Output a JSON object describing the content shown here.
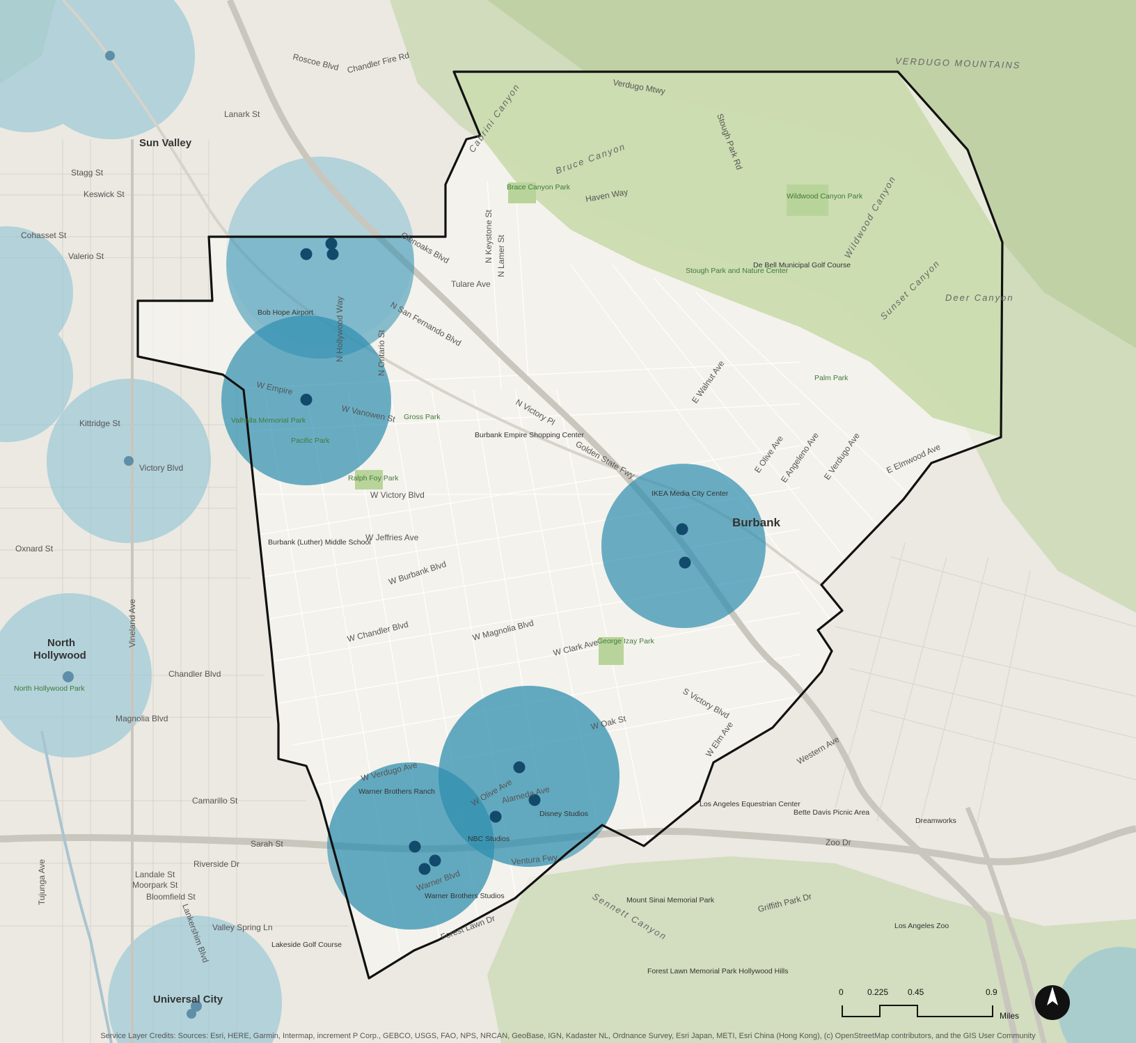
{
  "map": {
    "place_labels": [
      {
        "id": "sun-valley",
        "text": "Sun Valley"
      },
      {
        "id": "north-hollywood-1",
        "text": "North"
      },
      {
        "id": "north-hollywood-2",
        "text": "Hollywood"
      },
      {
        "id": "burbank",
        "text": "Burbank"
      },
      {
        "id": "verdugo-mountains",
        "text": "VERDUGO MOUNTAINS"
      },
      {
        "id": "universal-city",
        "text": "Universal City"
      }
    ],
    "park_labels": [
      "Brace Canyon Park",
      "Wildwood Canyon Park",
      "Stough Park and Nature Center",
      "Palm Park",
      "Gross Park",
      "Ralph Foy Park",
      "Pacific Park",
      "George Izay Park",
      "Valhalla Memorial Park",
      "North Hollywood Park"
    ],
    "poi_labels": [
      "Bob Hope Airport",
      "Burbank Empire Shopping Center",
      "IKEA Media City Center",
      "Burbank (Luther) Middle School",
      "Warner Brothers Ranch",
      "NBC Studios",
      "Disney Studios",
      "Warner Brothers Studios",
      "De Bell Municipal Golf Course",
      "Lakeside Golf Course",
      "Mount Sinai Memorial Park",
      "Forest Lawn Memorial Park Hollywood Hills",
      "Los Angeles Equestrian Center",
      "Bette Davis Picnic Area",
      "Los Angeles Zoo",
      "Dreamworks"
    ],
    "street_labels": [
      "W Victory Blvd",
      "W Empire",
      "W Vanowen St",
      "W Jeffries Ave",
      "W Burbank Blvd",
      "W Chandler Blvd",
      "W Magnolia Blvd",
      "W Clark Ave",
      "W Oak St",
      "W Verdugo Ave",
      "W Olive Ave",
      "Alameda Ave",
      "Warner Blvd",
      "Ventura Fwy",
      "S Victory Blvd",
      "N Victory Pl",
      "Golden State Fwy",
      "N San Fernando Blvd",
      "Tulare Ave",
      "N Keystone St",
      "N Lamer St",
      "N Hollywood Way",
      "N Ontario St",
      "Glenoaks Blvd",
      "Sarah St",
      "Riverside Dr",
      "Camarillo St",
      "Magnolia Blvd",
      "Chandler Blvd",
      "Oxnard St",
      "Victory Blvd",
      "Kittridge St",
      "Vineland Ave",
      "Tujunga Ave",
      "Lankershim Blvd",
      "Valley Spring Ln",
      "Moorpark St",
      "Bloomfield St",
      "Landale St",
      "Stagg St",
      "Keswick St",
      "Cohasset St",
      "Valerio St",
      "Lanark St",
      "Roscoe Blvd",
      "Chandler Fire Rd",
      "Verdugo Mtwy",
      "Bruce Canyon",
      "Cabrini Canyon",
      "Haven Way",
      "Stough Park Rd",
      "Wildwood Canyon",
      "Sunset Canyon",
      "Deer Canyon",
      "E Walnut Ave",
      "E Olive Ave",
      "E Angeleno Ave",
      "E Verdugo Ave",
      "E Elmwood Ave",
      "W Elm Ave",
      "Western Ave",
      "Griffith Park Dr",
      "Forest Lawn Dr",
      "Zoo Dr",
      "Sennett Canyon"
    ],
    "service_markers": [
      {
        "id": "marker-1",
        "area": "Bob Hope Airport"
      },
      {
        "id": "marker-2",
        "area": "Bob Hope Airport"
      },
      {
        "id": "marker-3",
        "area": "Bob Hope Airport"
      },
      {
        "id": "marker-4",
        "area": "W Empire"
      },
      {
        "id": "marker-5",
        "area": "IKEA Media City Center"
      },
      {
        "id": "marker-6",
        "area": "IKEA Media City Center"
      },
      {
        "id": "marker-7",
        "area": "W Olive Ave"
      },
      {
        "id": "marker-8",
        "area": "Alameda Ave"
      },
      {
        "id": "marker-9",
        "area": "Alameda Ave"
      },
      {
        "id": "marker-10",
        "area": "Warner Blvd"
      },
      {
        "id": "marker-11",
        "area": "Warner Blvd"
      },
      {
        "id": "marker-12",
        "area": "Warner Blvd"
      }
    ],
    "colors": {
      "inside_buffer": "#2e8fb0",
      "outside_buffer": "#8ec3d6",
      "marker": "#124a6b",
      "boundary": "#111111",
      "terrain": "#cbd8b5"
    }
  },
  "scale_bar": {
    "ticks": [
      "0",
      "0.225",
      "0.45",
      "0.9"
    ],
    "unit": "Miles"
  },
  "north_arrow": {
    "icon": "north-arrow-icon",
    "letter": "N"
  },
  "credits": "Service Layer Credits: Sources: Esri, HERE, Garmin, Intermap, increment P Corp., GEBCO, USGS, FAO, NPS, NRCAN, GeoBase, IGN, Kadaster NL, Ordnance Survey, Esri Japan, METI, Esri China (Hong Kong), (c) OpenStreetMap contributors, and the GIS User Community"
}
